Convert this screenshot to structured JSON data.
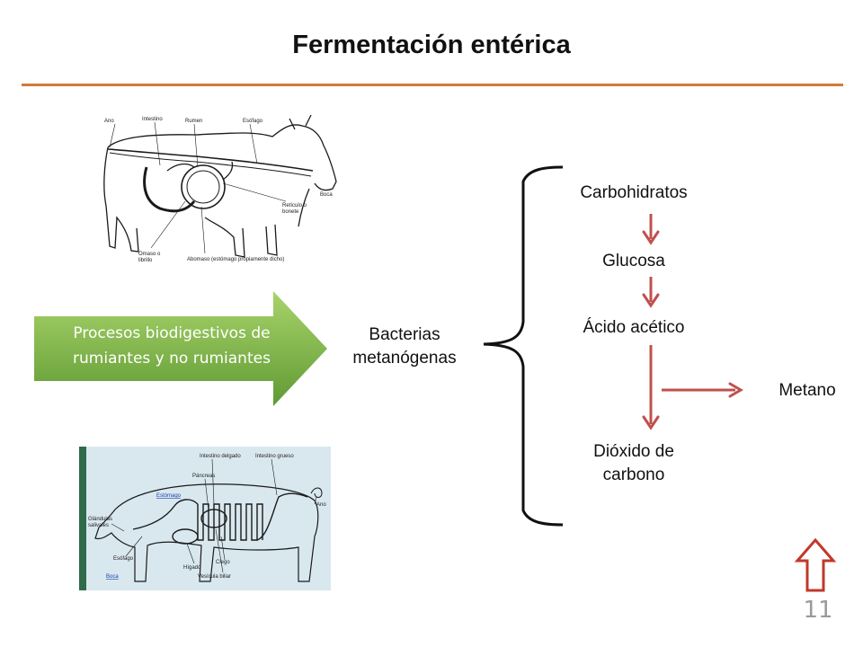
{
  "slide": {
    "title": "Fermentación entérica",
    "page_number": "11"
  },
  "process_arrow": {
    "line1": "Procesos biodigestivos de",
    "line2": "rumiantes y no rumiantes"
  },
  "bacteria": {
    "line1": "Bacterias",
    "line2": "metanógenas"
  },
  "flow": {
    "carbohidratos": "Carbohidratos",
    "glucosa": "Glucosa",
    "acido_acetico": "Ácido acético",
    "metano": "Metano",
    "dioxido_line1": "Dióxido de",
    "dioxido_line2": "carbono"
  },
  "cow_labels": {
    "ano": "Ano",
    "intestino": "Intestino",
    "rumen": "Rumen",
    "esofago": "Esófago",
    "boca": "Boca",
    "reticulo_line1": "Retículo o",
    "reticulo_line2": "bonete",
    "omaso_line1": "Omaso o",
    "omaso_line2": "librillo",
    "abomaso": "Abomaso (estómago propiamente dicho)"
  },
  "pig_labels": {
    "intestino_delgado": "Intestino delgado",
    "intestino_grueso": "Intestino grueso",
    "pancreas": "Páncreas",
    "estomago": "Estómago",
    "ano": "Ano",
    "glandulas_line1": "Glándulas",
    "glandulas_line2": "salivales",
    "esofago": "Esófago",
    "higado": "Hígado",
    "ciego": "Ciego",
    "vesicula": "Vesícula biliar",
    "boca": "Boca"
  },
  "colors": {
    "rule": "#d07b3a",
    "arrow_green_light": "#8fc056",
    "arrow_green_dark": "#5f9a33",
    "flow_arrow": "#c0504d",
    "outline_arrow": "#c0392b",
    "page_number": "#9a9a9a"
  }
}
